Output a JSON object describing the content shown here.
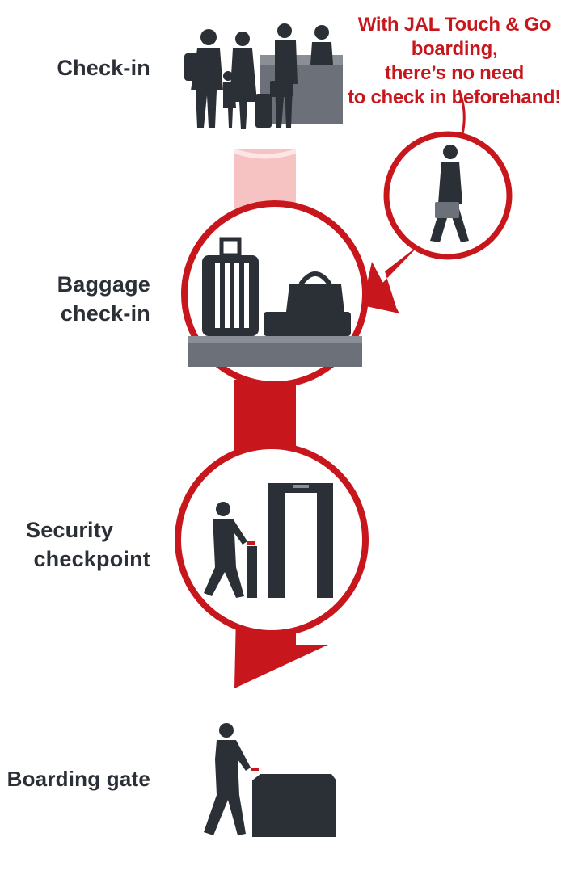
{
  "colors": {
    "accent_red": "#c8161d",
    "pale_red": "#f6c3c2",
    "silhouette": "#2b2f36",
    "desk_gray": "#6b7079",
    "belt_gray": "#8a8e95"
  },
  "steps": {
    "check_in": {
      "label": "Check-in"
    },
    "baggage": {
      "line1": "Baggage",
      "line2": "check-in"
    },
    "security": {
      "line1": "Security",
      "line2": "checkpoint"
    },
    "boarding": {
      "label": "Boarding gate"
    }
  },
  "callout": {
    "line1": "With JAL Touch & Go boarding,",
    "line2": "there’s no need",
    "line3": "to check in beforehand!"
  },
  "icons": {
    "check_in": "passengers-at-counter-icon",
    "walker": "walking-businessman-icon",
    "baggage": "luggage-on-conveyor-icon",
    "security": "metal-detector-gate-icon",
    "boarding": "boarding-gate-reader-icon"
  }
}
